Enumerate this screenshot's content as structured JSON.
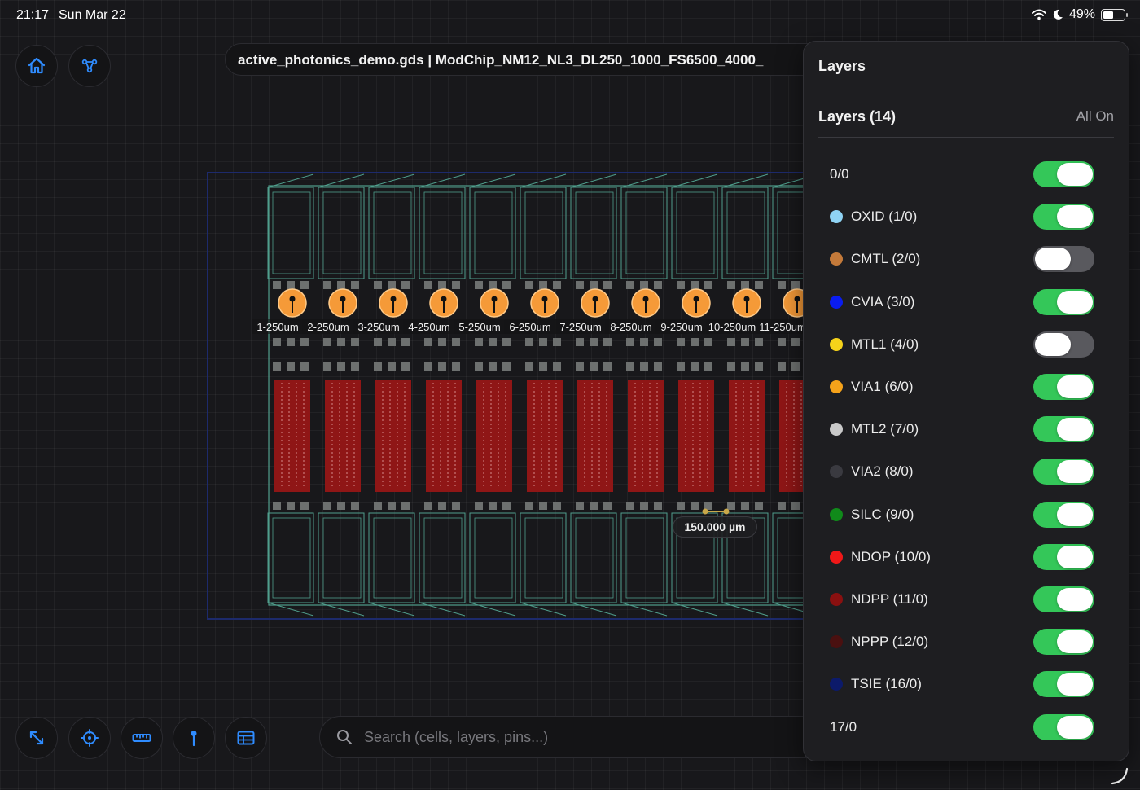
{
  "status_bar": {
    "time": "21:17",
    "date": "Sun Mar 22",
    "battery": "49%",
    "battery_level": 0.49
  },
  "header": {
    "title": "active_photonics_demo.gds | ModChip_NM12_NL3_DL250_1000_FS6500_4000_"
  },
  "top_buttons": {
    "home": "home-icon",
    "hierarchy": "hierarchy-icon"
  },
  "canvas": {
    "pins": [
      {
        "label": "1-250um"
      },
      {
        "label": "2-250um"
      },
      {
        "label": "3-250um"
      },
      {
        "label": "4-250um"
      },
      {
        "label": "5-250um"
      },
      {
        "label": "6-250um"
      },
      {
        "label": "7-250um"
      },
      {
        "label": "8-250um"
      },
      {
        "label": "9-250um"
      },
      {
        "label": "10-250um"
      },
      {
        "label": "11-250um"
      }
    ],
    "measurement": "150.000 µm",
    "colors": {
      "pin": "#f59a38",
      "metal": "#8f1616",
      "waveguide": "#4f9e8c",
      "die": "#1d2a6b"
    }
  },
  "bottom_toolbar": {
    "buttons": [
      "fit-view-icon",
      "crosshair-icon",
      "ruler-icon",
      "pin-icon",
      "table-icon"
    ]
  },
  "search": {
    "placeholder": "Search (cells, layers, pins...)",
    "value": ""
  },
  "layers_panel": {
    "title": "Layers",
    "count_label": "Layers (14)",
    "all_on_label": "All On",
    "layers": [
      {
        "name": "0/0",
        "color": "",
        "on": true
      },
      {
        "name": "OXID (1/0)",
        "color": "#8fd3f4",
        "on": true
      },
      {
        "name": "CMTL (2/0)",
        "color": "#c47a3a",
        "on": false
      },
      {
        "name": "CVIA (3/0)",
        "color": "#0a1cf0",
        "on": true
      },
      {
        "name": "MTL1 (4/0)",
        "color": "#f5d21a",
        "on": false
      },
      {
        "name": "VIA1 (6/0)",
        "color": "#f5a21a",
        "on": true
      },
      {
        "name": "MTL2 (7/0)",
        "color": "#c9c9c9",
        "on": true
      },
      {
        "name": "VIA2 (8/0)",
        "color": "#3a3a40",
        "on": true
      },
      {
        "name": "SILC (9/0)",
        "color": "#108a1a",
        "on": true
      },
      {
        "name": "NDOP (10/0)",
        "color": "#f01818",
        "on": true
      },
      {
        "name": "NDPP (11/0)",
        "color": "#8a1010",
        "on": true
      },
      {
        "name": "NPPP (12/0)",
        "color": "#4a1010",
        "on": true
      },
      {
        "name": "TSIE (16/0)",
        "color": "#0c1a6a",
        "on": true
      },
      {
        "name": "17/0",
        "color": "",
        "on": true
      }
    ]
  }
}
